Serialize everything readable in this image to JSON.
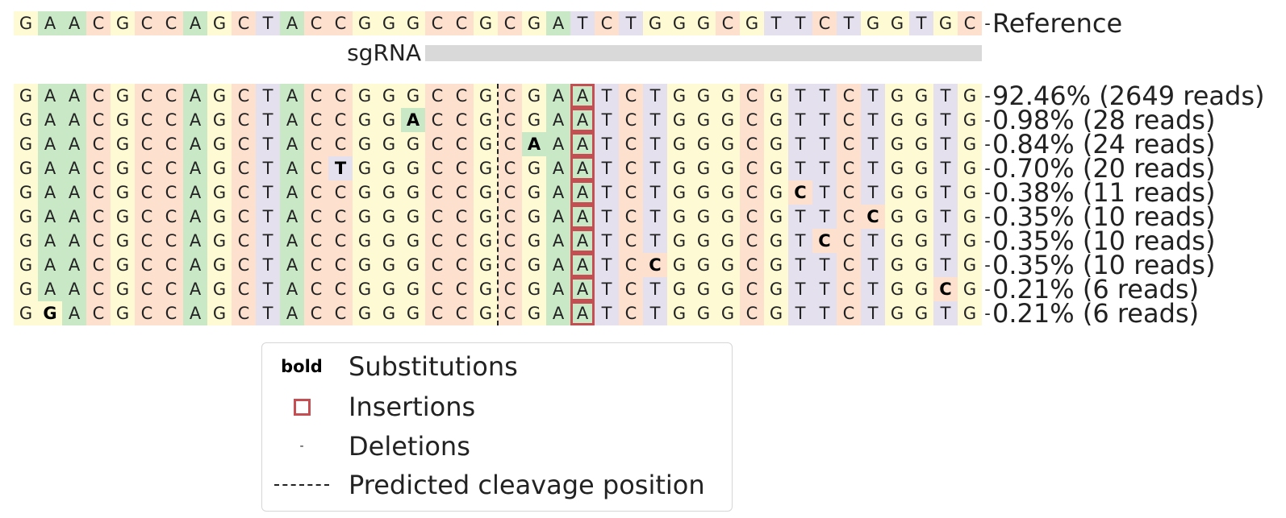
{
  "colors": {
    "A": "#c9e9c6",
    "C": "#fde0cd",
    "G": "#fefbd4",
    "T": "#e4e0ee",
    "dash": "#ffffff",
    "sgrna_bar": "#d9d9d9",
    "insertion": "#c44e52",
    "cleavage": "#222222"
  },
  "reference": {
    "sequence": "GAACGCCAGCTACCGGGCCGCGATCTGGGCGTTCTGGTGC-",
    "label": "Reference"
  },
  "sgrna": {
    "label": "sgRNA",
    "start_index": 17,
    "end_index": 40
  },
  "cleavage_after_index": 19,
  "insertion_column": 23,
  "alleles": [
    {
      "sequence": "GAACGCCAGCTACCGGGCCGCGAATCTGGGCGTTCTGGTG-",
      "bold": [],
      "label": "92.46% (2649 reads)"
    },
    {
      "sequence": "GAACGCCAGCTACCGGACCGCGAATCTGGGCGTTCTGGTG-",
      "bold": [
        16
      ],
      "label": "0.98% (28 reads)"
    },
    {
      "sequence": "GAACGCCAGCTACCGGGCCGCAAATCTGGGCGTTCTGGTG-",
      "bold": [
        21
      ],
      "label": "0.84% (24 reads)"
    },
    {
      "sequence": "GAACGCCAGCTACTGGGCCGCGAATCTGGGCGTTCTGGTG-",
      "bold": [
        13
      ],
      "label": "0.70% (20 reads)"
    },
    {
      "sequence": "GAACGCCAGCTACCGGGCCGCGAATCTGGGCGCTCTGGTG-",
      "bold": [
        32
      ],
      "label": "0.38% (11 reads)"
    },
    {
      "sequence": "GAACGCCAGCTACCGGGCCGCGAATCTGGGCGTTCCGGTG-",
      "bold": [
        35
      ],
      "label": "0.35% (10 reads)"
    },
    {
      "sequence": "GAACGCCAGCTACCGGGCCGCGAATCTGGGCGTCCTGGTG-",
      "bold": [
        33
      ],
      "label": "0.35% (10 reads)"
    },
    {
      "sequence": "GAACGCCAGCTACCGGGCCGCGAATCCGGGCGTTCTGGTG-",
      "bold": [
        26
      ],
      "label": "0.35% (10 reads)"
    },
    {
      "sequence": "GAACGCCAGCTACCGGGCCGCGAATCTGGGCGTTCTGGCG-",
      "bold": [
        38
      ],
      "label": "0.21% (6 reads)"
    },
    {
      "sequence": "GGACGCCAGCTACCGGGCCGCGAATCTGGGCGTTCTGGTG-",
      "bold": [
        1
      ],
      "label": "0.21% (6 reads)"
    }
  ],
  "legend": {
    "bold_marker": "bold",
    "deletion_marker": "-",
    "items": {
      "substitutions": "Substitutions",
      "insertions": "Insertions",
      "deletions": "Deletions",
      "cleavage": "Predicted cleavage position"
    }
  }
}
